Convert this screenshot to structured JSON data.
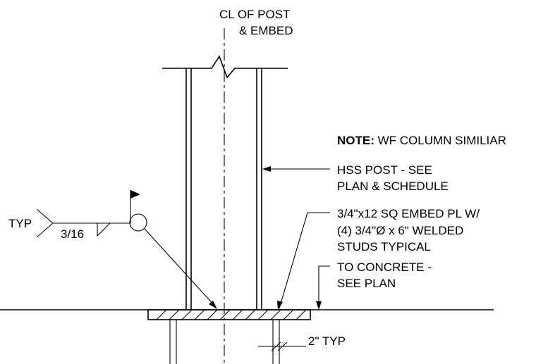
{
  "labels": {
    "cl_line1": "CL OF POST",
    "cl_line2": "& EMBED",
    "note_bold": "NOTE:",
    "note_text": " WF COLUMN SIMILIAR",
    "hss_line1": "HSS POST - SEE",
    "hss_line2": "PLAN & SCHEDULE",
    "embed_line1": "3/4\"x12 SQ EMBED PL W/",
    "embed_line2": "(4) 3/4\"Ø x 6\" WELDED",
    "embed_line3": "STUDS TYPICAL",
    "concrete_line1": "TO CONCRETE -",
    "concrete_line2": "SEE PLAN",
    "weld_tail": "TYP",
    "weld_size": "3/16",
    "stud_spacing": "2\" TYP"
  }
}
